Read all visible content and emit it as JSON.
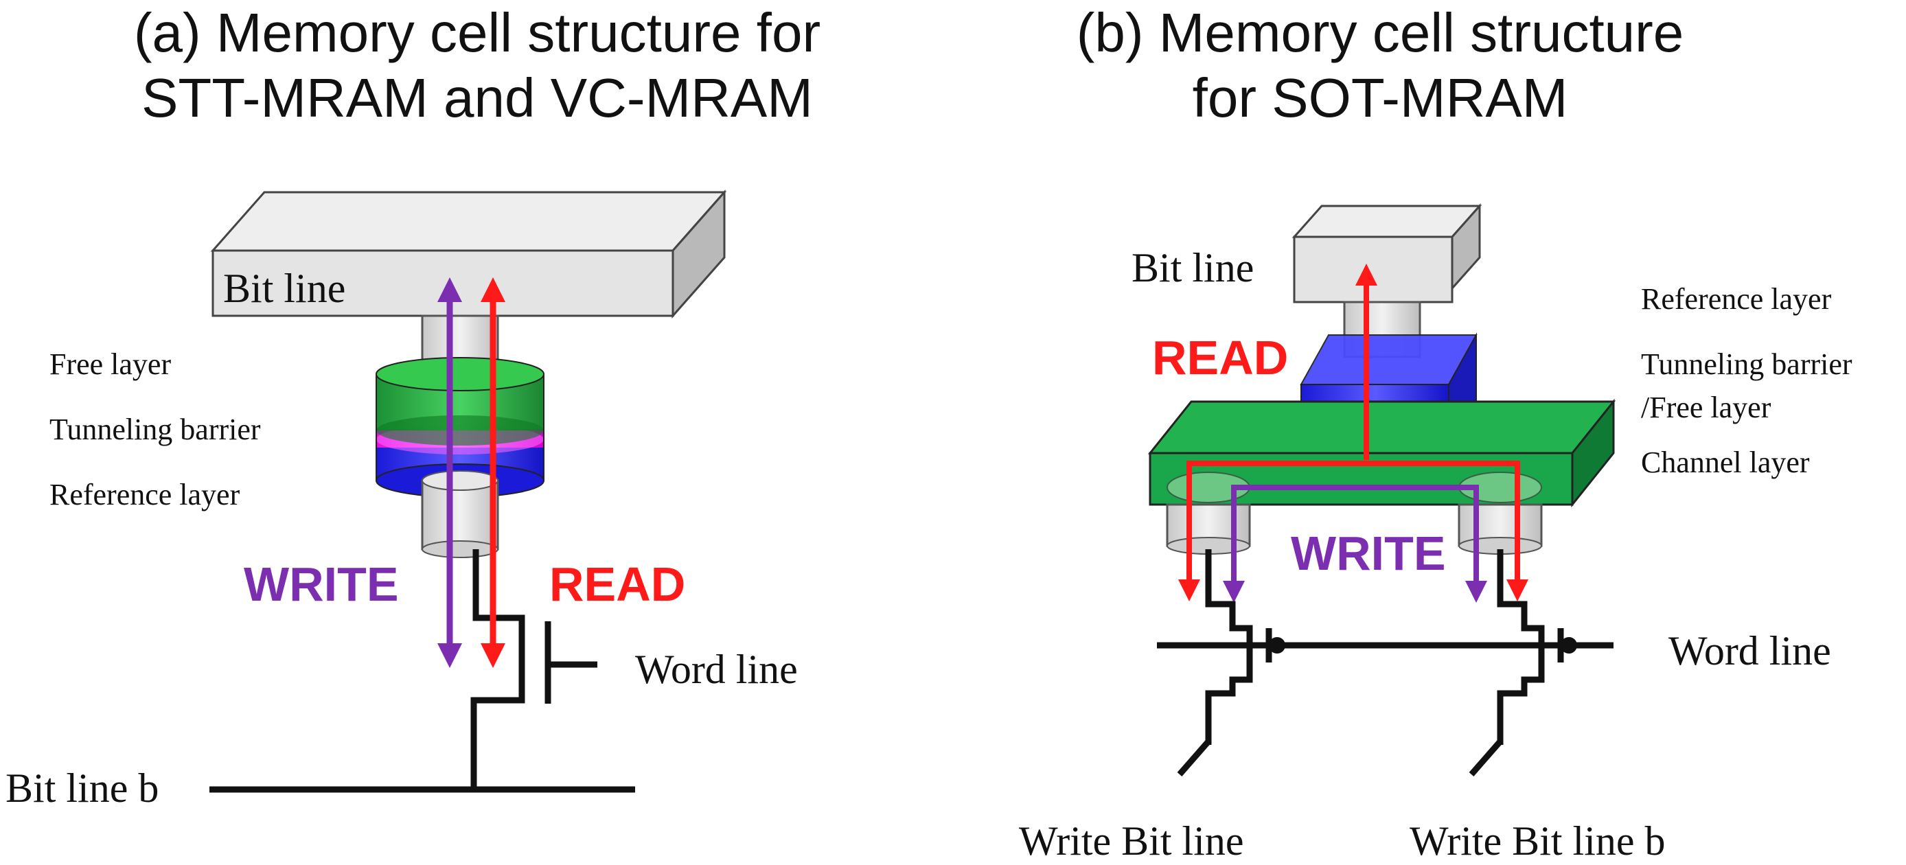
{
  "panel_a": {
    "title_line1": "(a) Memory cell structure for",
    "title_line2": "STT-MRAM and VC-MRAM",
    "bit_line": "Bit line",
    "free_layer": "Free layer",
    "tunneling_barrier": "Tunneling barrier",
    "reference_layer": "Reference layer",
    "write": "WRITE",
    "read": "READ",
    "word_line": "Word line",
    "bit_line_b": "Bit line b"
  },
  "panel_b": {
    "title_line1": "(b) Memory cell structure",
    "title_line2": "for SOT-MRAM",
    "bit_line": "Bit line",
    "read": "READ",
    "reference_layer": "Reference layer",
    "tunneling_barrier": "Tunneling barrier",
    "free_layer": "/Free layer",
    "channel_layer": "Channel layer",
    "write": "WRITE",
    "word_line": "Word line",
    "write_bit_line": "Write Bit line",
    "write_bit_line_b": "Write Bit line b"
  },
  "colors": {
    "write_arrow": "#7b2fb0",
    "read_arrow": "#ff1a1a",
    "free_layer": "#1fae3a",
    "tunneling_barrier": "#ff33ff",
    "reference_layer": "#2b2bff",
    "channel_layer": "#1aa64a",
    "electrode": "#dcdcdc"
  }
}
